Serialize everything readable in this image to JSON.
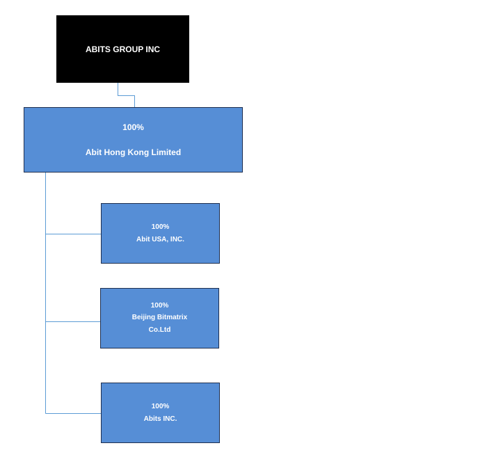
{
  "colors": {
    "root_fill": "#000000",
    "node_fill": "#568ED6",
    "node_border": "#1F2F4F",
    "connector": "#5B9BD5",
    "text": "#ffffff"
  },
  "root": {
    "name": "ABITS GROUP INC"
  },
  "subsidiary": {
    "ownership": "100%",
    "name": "Abit Hong Kong Limited"
  },
  "children": [
    {
      "ownership": "100%",
      "name": "Abit USA, INC."
    },
    {
      "ownership": "100%",
      "name_line1": "Beijing Bitmatrix",
      "name_line2": "Co.Ltd"
    },
    {
      "ownership": "100%",
      "name": "Abits INC."
    }
  ]
}
